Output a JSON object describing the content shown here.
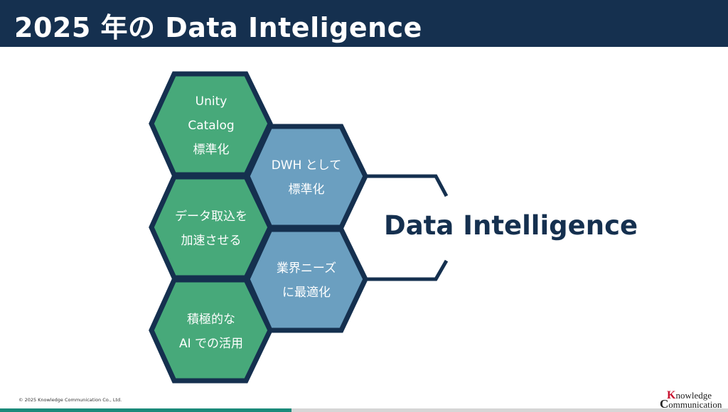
{
  "header": {
    "title": "2025 年の Data Inteligence"
  },
  "colors": {
    "navy": "#15304f",
    "green": "#47a97a",
    "blue": "#6b9fc0"
  },
  "hexagons": [
    {
      "lines": [
        "Unity",
        "Catalog",
        "標準化"
      ]
    },
    {
      "lines": [
        "データ取込を",
        "加速させる"
      ]
    },
    {
      "lines": [
        "積極的な",
        "AI での活用"
      ]
    },
    {
      "lines": [
        "DWH として",
        "標準化"
      ]
    },
    {
      "lines": [
        "業界ニーズ",
        "に最適化"
      ]
    }
  ],
  "main": {
    "headline": "Data Intelligence"
  },
  "footer": {
    "copyright": "© 2025 Knowledge Communication Co., Ltd.",
    "logo_text": "Knowledge Communication"
  }
}
